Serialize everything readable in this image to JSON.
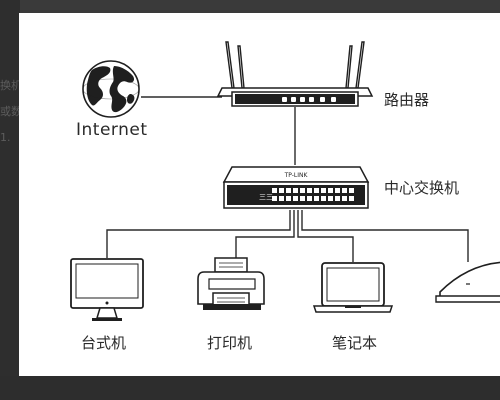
{
  "diagram": {
    "internet_label": "Internet",
    "router_label": "路由器",
    "switch_label": "中心交换机",
    "desktop_label": "台式机",
    "printer_label": "打印机",
    "laptop_label": "笔记本",
    "switch_brand": "TP-LINK",
    "switch_port_badge": "三三"
  },
  "background_text": [
    "换机",
    "或数",
    "1."
  ],
  "colors": {
    "line": "#2b2b2b",
    "device_fill": "#ffffff",
    "device_dark": "#1f1f1f",
    "page_bg": "#ffffff",
    "outer_bg": "#3a3a3a"
  }
}
